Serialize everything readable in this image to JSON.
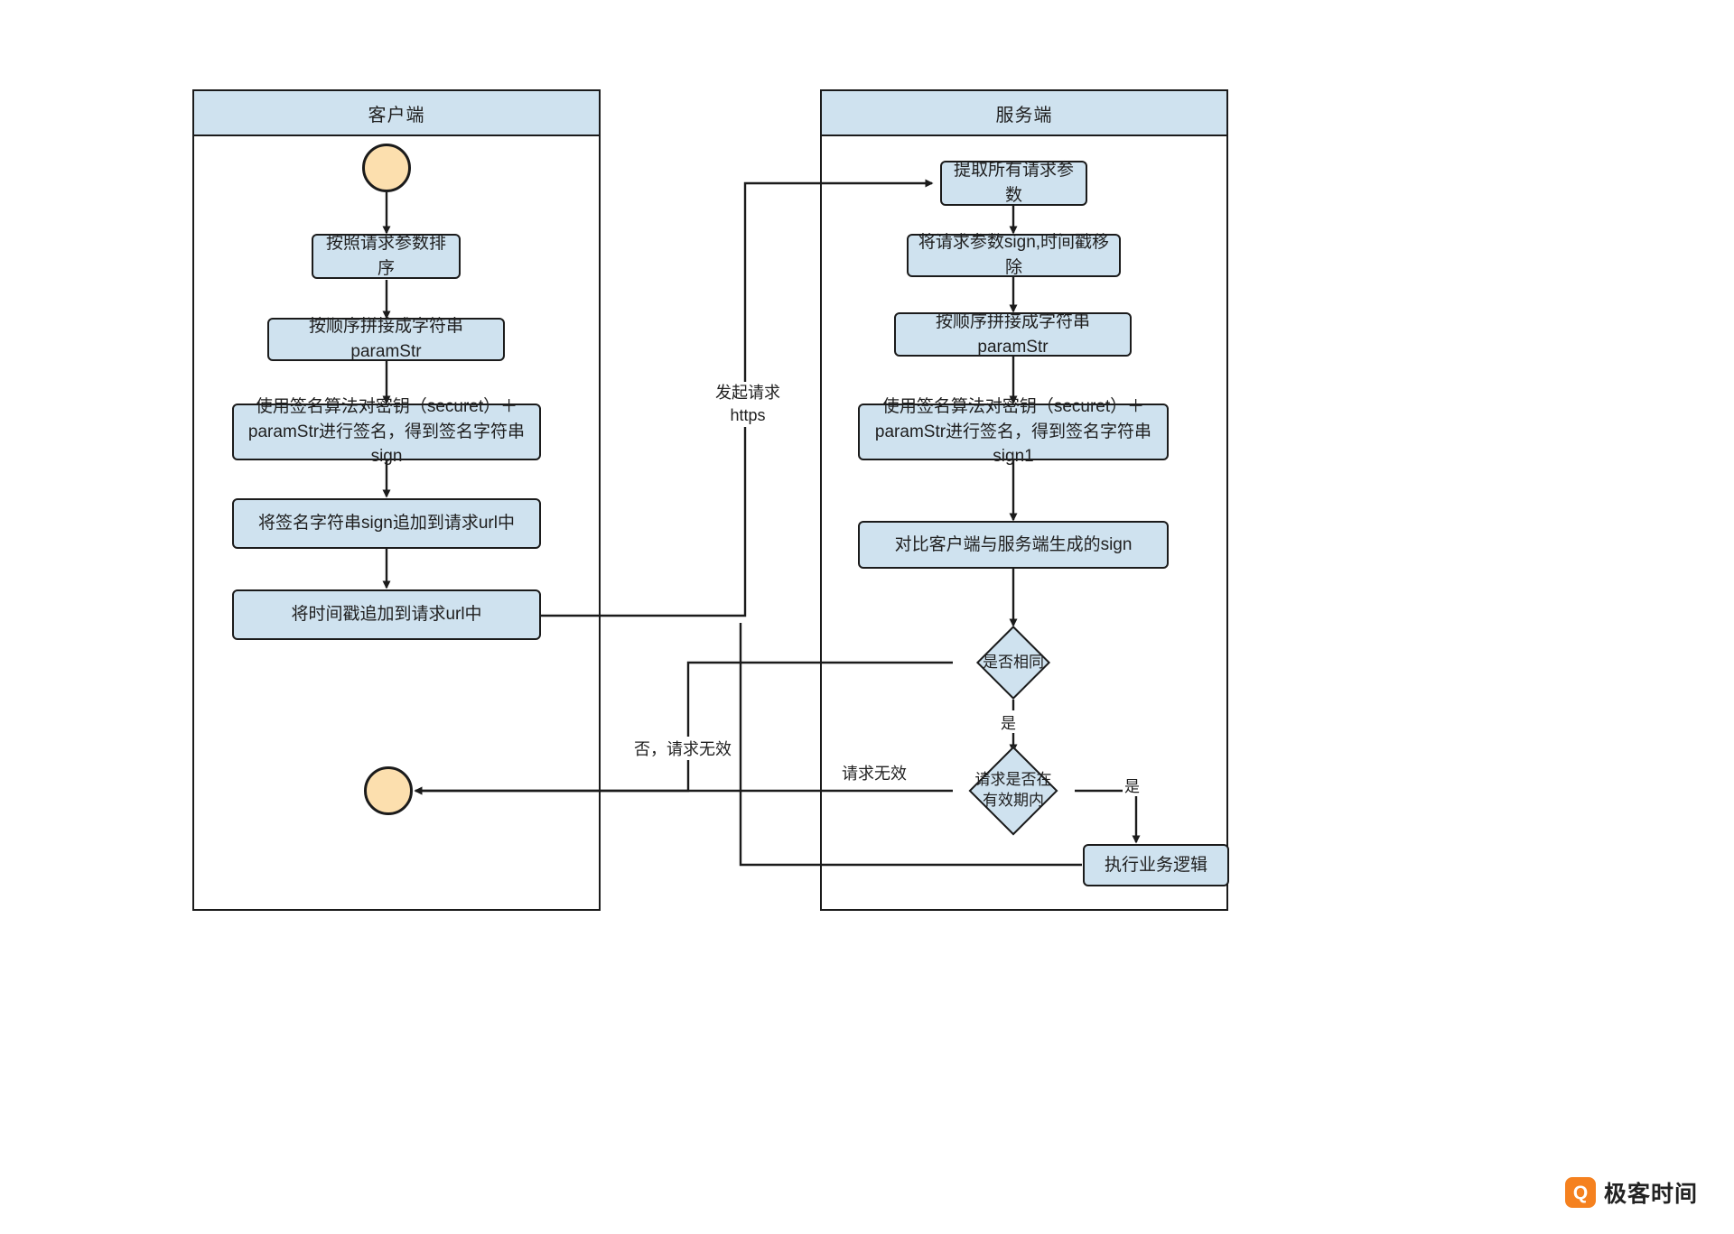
{
  "diagram": {
    "title": "API签名验证流程",
    "lanes": [
      {
        "id": "client",
        "title": "客户端"
      },
      {
        "id": "server",
        "title": "服务端"
      }
    ],
    "client_nodes": [
      {
        "id": "start",
        "type": "start",
        "label": ""
      },
      {
        "id": "c1",
        "type": "process",
        "label": "按照请求参数排序"
      },
      {
        "id": "c2",
        "type": "process",
        "label": "按顺序拼接成字符串paramStr"
      },
      {
        "id": "c3",
        "type": "process",
        "line1": "使用签名算法对密钥（securet）＋",
        "line2": "paramStr进行签名，得到签名字符串sign"
      },
      {
        "id": "c4",
        "type": "process",
        "label": "将签名字符串sign追加到请求url中"
      },
      {
        "id": "c5",
        "type": "process",
        "label": "将时间戳追加到请求url中"
      },
      {
        "id": "end",
        "type": "end",
        "label": ""
      }
    ],
    "server_nodes": [
      {
        "id": "s1",
        "type": "process",
        "label": "提取所有请求参数"
      },
      {
        "id": "s2",
        "type": "process",
        "label": "将请求参数sign,时间戳移除"
      },
      {
        "id": "s3",
        "type": "process",
        "label": "按顺序拼接成字符串paramStr"
      },
      {
        "id": "s4",
        "type": "process",
        "line1": "使用签名算法对密钥（securet）＋",
        "line2": "paramStr进行签名，得到签名字符串sign1"
      },
      {
        "id": "s5",
        "type": "process",
        "label": "对比客户端与服务端生成的sign"
      },
      {
        "id": "d1",
        "type": "decision",
        "label": "是否相同"
      },
      {
        "id": "d2",
        "type": "decision",
        "line1": "请求是否在",
        "line2": "有效期内"
      },
      {
        "id": "s6",
        "type": "process",
        "label": "执行业务逻辑"
      }
    ],
    "edge_labels": {
      "request_line1": "发起请求",
      "request_line2": "https",
      "not_same": "否，请求无效",
      "invalid_request": "请求无效",
      "yes_same": "是",
      "yes_valid": "是"
    },
    "colors": {
      "node_fill": "#cfe2ef",
      "node_stroke": "#1b1b1b",
      "terminal_fill": "#fcdfae",
      "brand": "#f5811f",
      "background": "#ffffff"
    }
  },
  "brand": {
    "mark": "logo-icon",
    "name": "极客时间"
  }
}
